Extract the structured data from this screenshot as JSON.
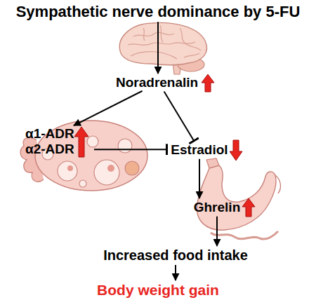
{
  "diagram": {
    "nodes": [
      {
        "text": [
          "Sympathetic nerve dominance by 5-FU"
        ]
      },
      {
        "text": [
          "Noradrenalin"
        ]
      },
      {
        "text": [
          "α1-ADR",
          "α2-ADR"
        ]
      },
      {
        "text": [
          "Estradiol"
        ]
      },
      {
        "text": [
          "Ghrelin"
        ]
      },
      {
        "text": [
          "Increased food intake"
        ]
      },
      {
        "text": [
          "Body weight gain"
        ]
      }
    ],
    "edges": [
      {
        "from": 0,
        "to": 1,
        "arrow": "to"
      },
      {
        "from": 1,
        "to": 2,
        "arrow": "to"
      },
      {
        "from": 1,
        "to": 3,
        "arrow": "to"
      },
      {
        "from": 2,
        "to": 3,
        "arrow": "to"
      },
      {
        "from": 3,
        "to": 4,
        "arrow": "to"
      },
      {
        "from": 4,
        "to": 5,
        "arrow": "to"
      },
      {
        "from": 5,
        "to": 6,
        "arrow": "to"
      }
    ]
  }
}
